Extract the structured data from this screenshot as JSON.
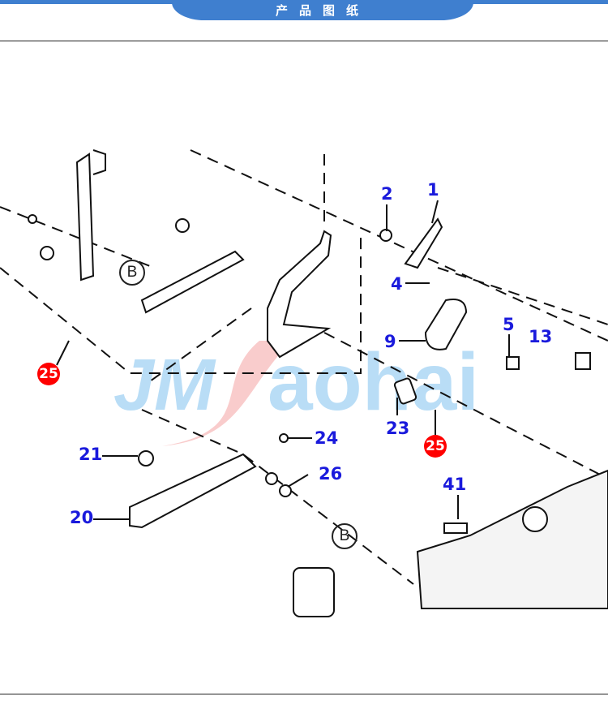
{
  "header": {
    "title": "产品图纸",
    "accent": "#3f7fcf"
  },
  "diagram": {
    "watermark": "JMSaohai",
    "callouts": [
      "1",
      "2",
      "4",
      "9",
      "5",
      "13",
      "23",
      "21",
      "24",
      "26",
      "20",
      "41"
    ],
    "red_callouts": [
      "25",
      "25"
    ],
    "section_refs": [
      "B",
      "B"
    ]
  }
}
